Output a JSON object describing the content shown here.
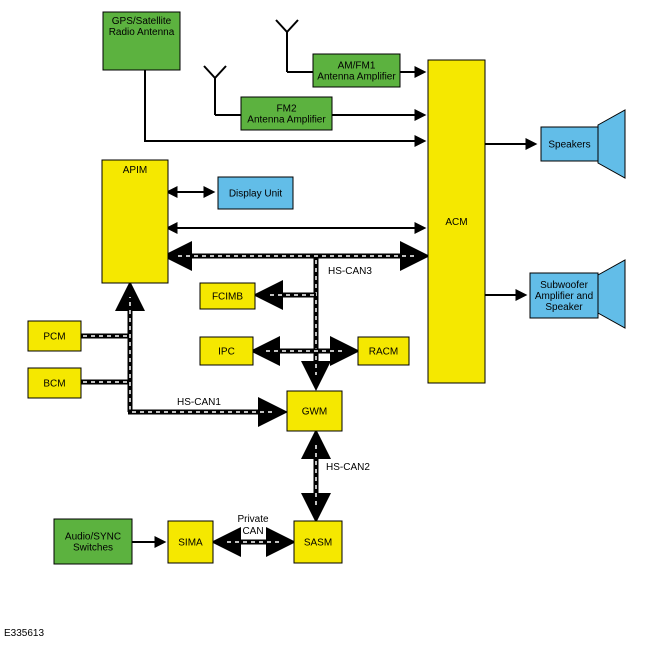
{
  "colors": {
    "green": "#5cb23f",
    "yellow": "#f5e800",
    "blue": "#62bde8",
    "stroke": "#000000",
    "bus_dash": "#ffffff"
  },
  "nodes": {
    "gps": [
      "GPS/Satellite",
      "Radio Antenna"
    ],
    "amfm1": [
      "AM/FM1",
      "Antenna Amplifier"
    ],
    "fm2": [
      "FM2",
      "Antenna Amplifier"
    ],
    "acm": [
      "ACM"
    ],
    "speakers": [
      "Speakers"
    ],
    "subwoofer": [
      "Subwoofer",
      "Amplifier and",
      "Speaker"
    ],
    "apim": [
      "APIM"
    ],
    "display": [
      "Display Unit"
    ],
    "fcimb": [
      "FCIMB"
    ],
    "ipc": [
      "IPC"
    ],
    "racm": [
      "RACM"
    ],
    "pcm": [
      "PCM"
    ],
    "bcm": [
      "BCM"
    ],
    "gwm": [
      "GWM"
    ],
    "audio_sync": [
      "Audio/SYNC",
      "Switches"
    ],
    "sima": [
      "SIMA"
    ],
    "sasm": [
      "SASM"
    ]
  },
  "bus_labels": {
    "hs_can3": "HS-CAN3",
    "hs_can1": "HS-CAN1",
    "hs_can2": "HS-CAN2",
    "private_can_1": "Private",
    "private_can_2": "CAN"
  },
  "figure_id": "E335613"
}
